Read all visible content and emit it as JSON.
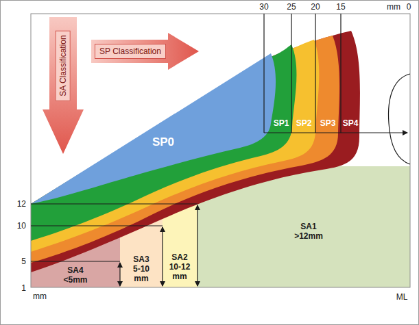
{
  "diagram": {
    "nodes": [
      {
        "text": [
          "SP Classification"
        ]
      },
      {
        "text": [
          "SA Classification"
        ]
      },
      {
        "text": [
          "SP0"
        ]
      },
      {
        "text": [
          "SP1"
        ]
      },
      {
        "text": [
          "SP2"
        ]
      },
      {
        "text": [
          "SP3"
        ]
      },
      {
        "text": [
          "SP4"
        ]
      },
      {
        "text": [
          "SA4",
          "<5mm"
        ]
      },
      {
        "text": [
          "SA3",
          "5-10 mm"
        ]
      },
      {
        "text": [
          "SA2",
          "10-12 mm"
        ]
      },
      {
        "text": [
          "SA1",
          ">12mm"
        ]
      }
    ],
    "labels": [
      "30",
      "25",
      "20",
      "15",
      "mm",
      "0",
      "12",
      "10",
      "5",
      "1",
      "mm",
      "ML"
    ]
  }
}
